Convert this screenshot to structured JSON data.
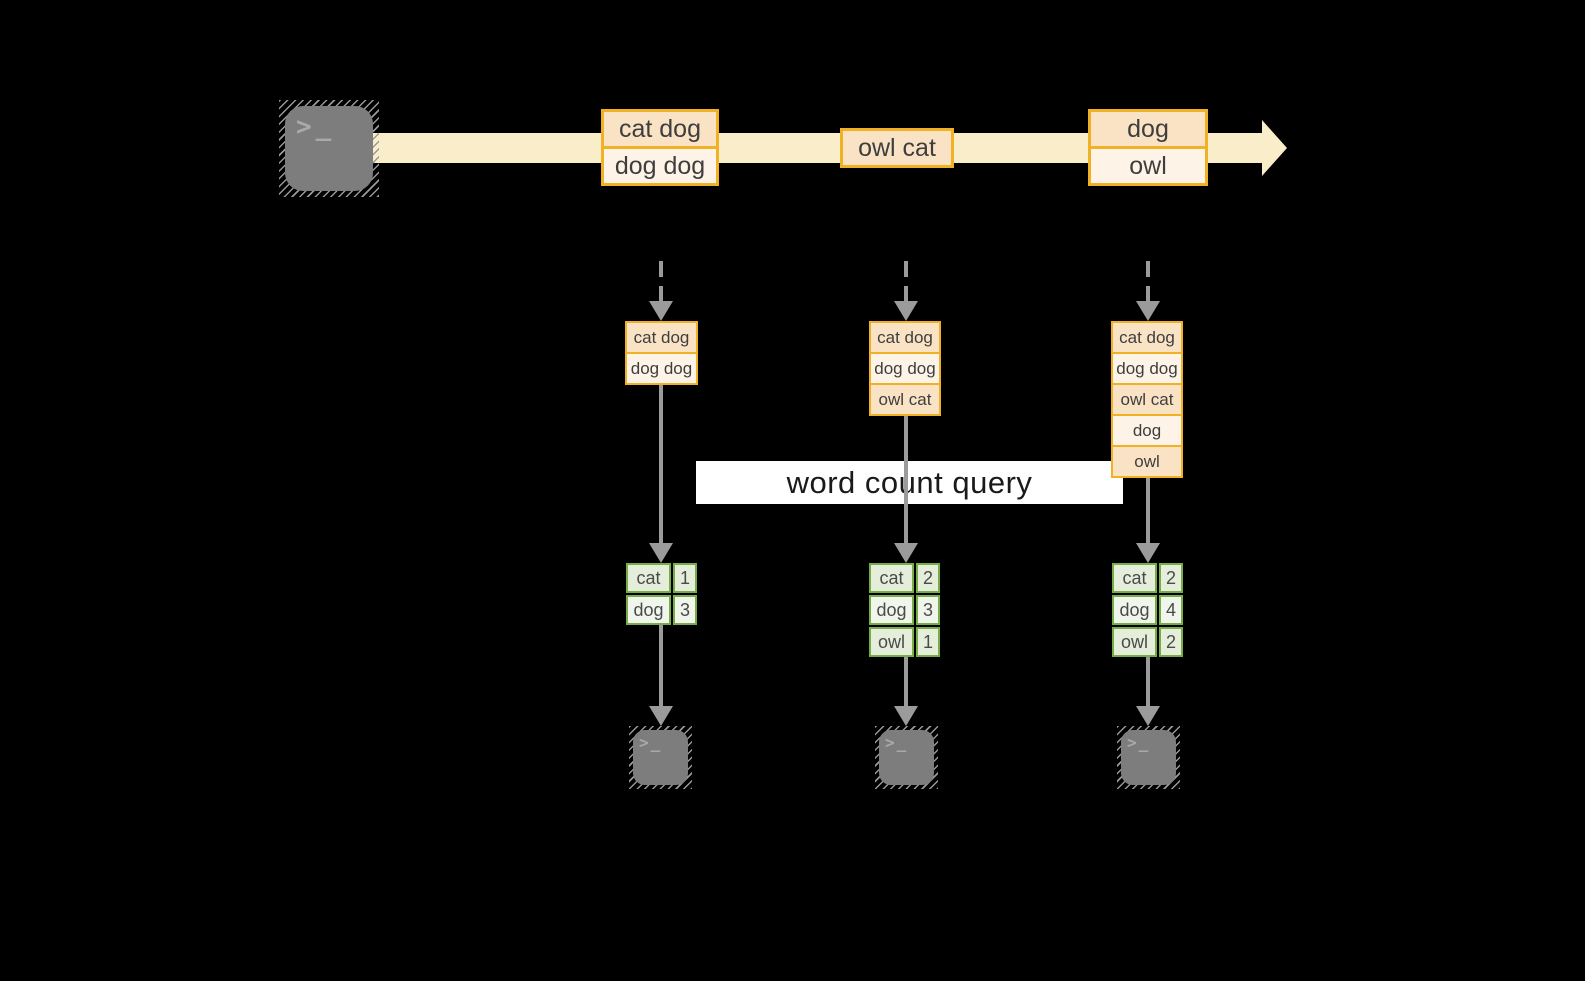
{
  "title": {
    "text": "word count query"
  },
  "stream": {
    "batches": [
      {
        "rows": [
          "cat dog",
          "dog dog"
        ]
      },
      {
        "rows": [
          "owl cat"
        ]
      },
      {
        "rows": [
          "dog",
          "owl"
        ]
      }
    ]
  },
  "columns": [
    {
      "batch_input": [
        "cat dog",
        "dog dog"
      ],
      "word_counts": [
        {
          "word": "cat",
          "count": "1"
        },
        {
          "word": "dog",
          "count": "3"
        }
      ]
    },
    {
      "batch_input": [
        "cat dog",
        "dog dog",
        "owl cat"
      ],
      "word_counts": [
        {
          "word": "cat",
          "count": "2"
        },
        {
          "word": "dog",
          "count": "3"
        },
        {
          "word": "owl",
          "count": "1"
        }
      ]
    },
    {
      "batch_input": [
        "cat dog",
        "dog dog",
        "owl cat",
        "dog",
        "owl"
      ],
      "word_counts": [
        {
          "word": "cat",
          "count": "2"
        },
        {
          "word": "dog",
          "count": "4"
        },
        {
          "word": "owl",
          "count": "2"
        }
      ]
    }
  ],
  "icons": {
    "source": "terminal-icon",
    "sinks": [
      "terminal-icon",
      "terminal-icon",
      "terminal-icon"
    ],
    "prompt_glyph": ">_"
  },
  "colors": {
    "background": "#000000",
    "stream_band": "#FAEECA",
    "batch_border": "#F0B125",
    "batch_fill_dark": "#FAE3C5",
    "batch_fill_light": "#FDF4E7",
    "table_border": "#77AC47",
    "table_fill_dark": "#E4EEDA",
    "table_fill_light": "#F1F6EC",
    "arrow_gray": "#9B9B9B",
    "label_bg": "#FFFFFF",
    "label_text": "#1A1A1A",
    "terminal_gray": "#7D7D7D"
  }
}
